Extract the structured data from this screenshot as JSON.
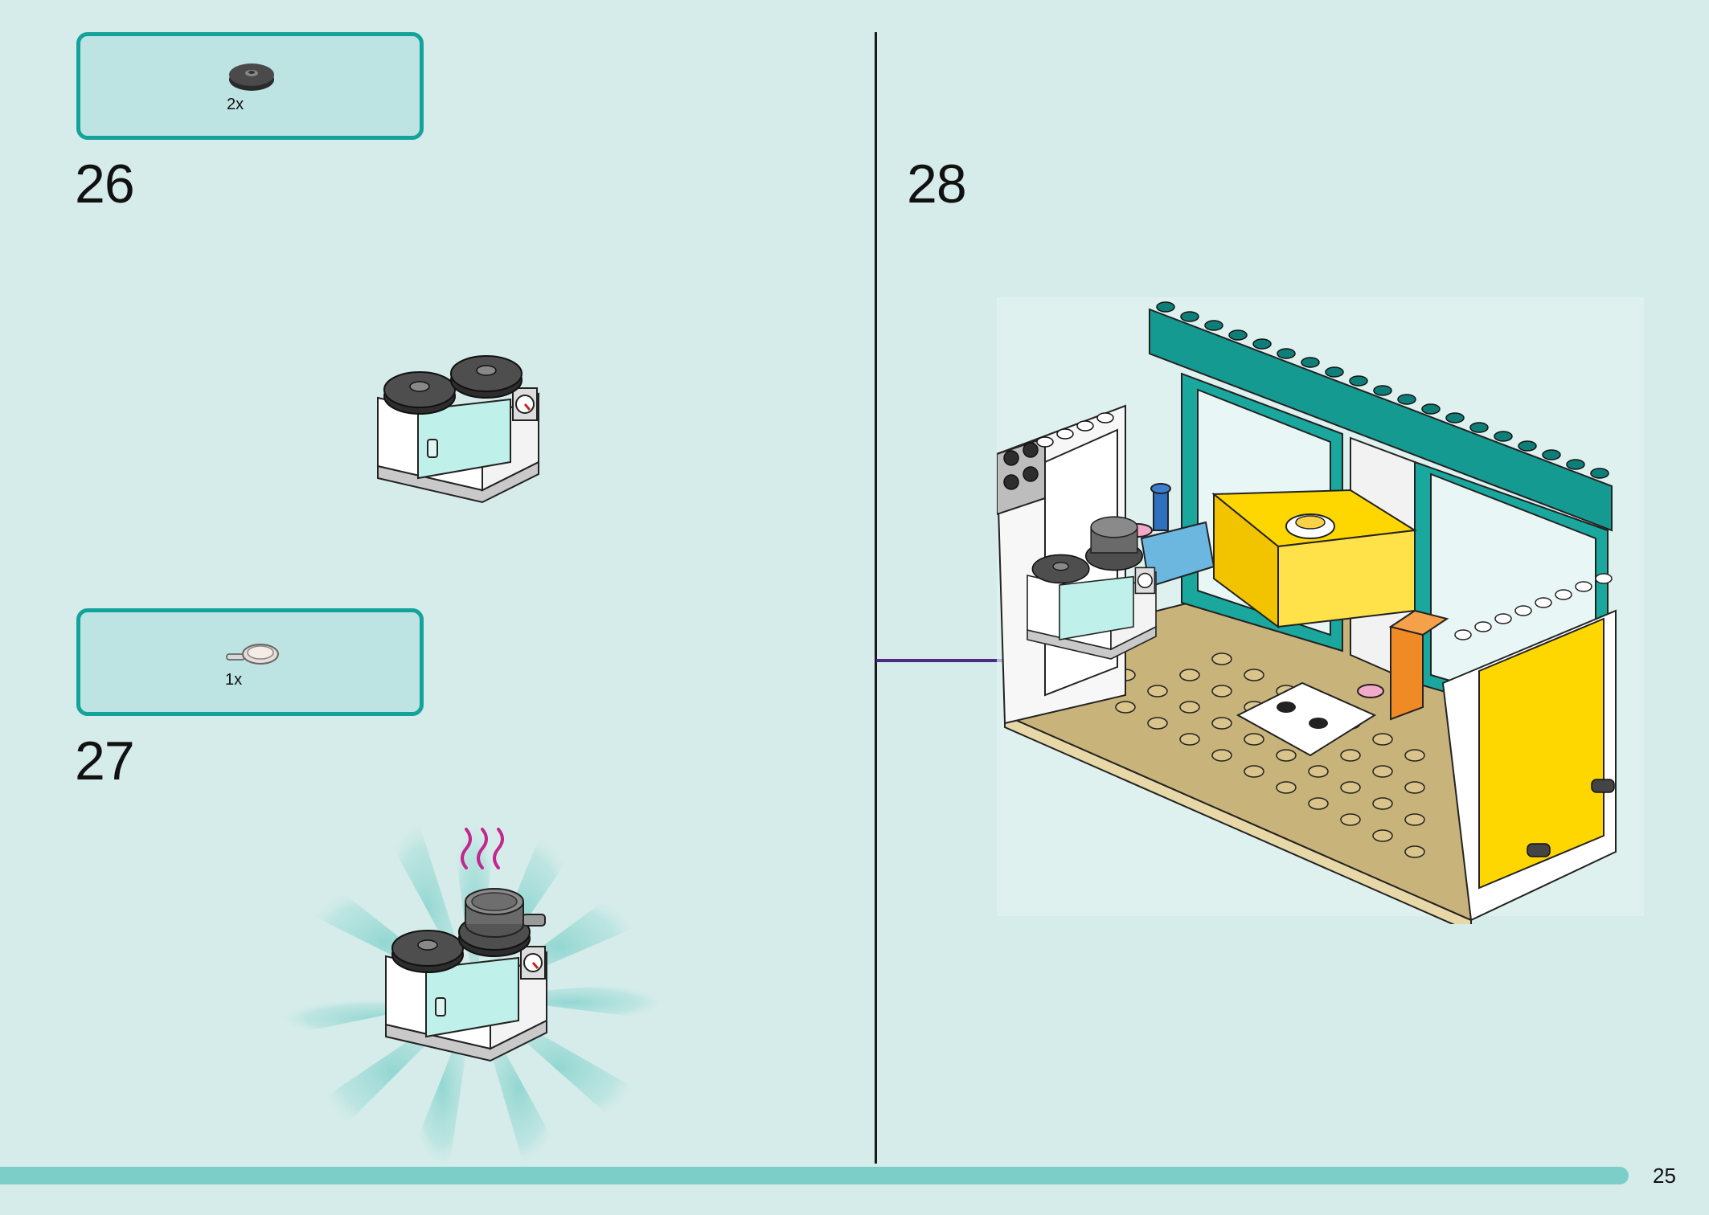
{
  "steps": [
    {
      "number": "26",
      "parts": {
        "quantity": "2x",
        "icon": "dark-round-tile-icon"
      }
    },
    {
      "number": "27",
      "parts": {
        "quantity": "1x",
        "icon": "transparent-pan-icon"
      }
    },
    {
      "number": "28"
    }
  ],
  "page": {
    "number": "25"
  },
  "colors": {
    "background": "#d5ecea",
    "box_border": "#14a39b",
    "box_fill": "#bde3e2",
    "accent_bar": "#7ccfc8",
    "arrow": "#4b2a86",
    "steam": "#c3268f"
  }
}
